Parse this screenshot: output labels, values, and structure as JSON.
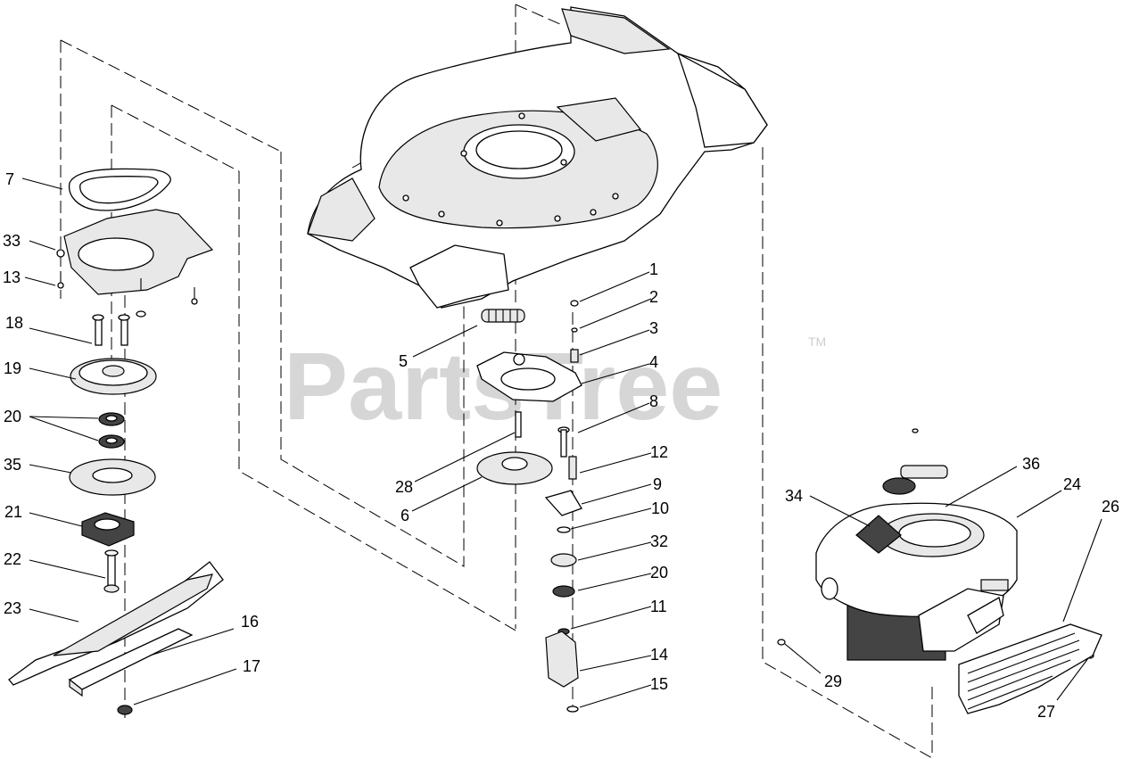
{
  "watermark": {
    "text": "PartsTree",
    "tm": "TM"
  },
  "callouts": [
    {
      "id": "1",
      "text": "1"
    },
    {
      "id": "2",
      "text": "2"
    },
    {
      "id": "3",
      "text": "3"
    },
    {
      "id": "4",
      "text": "4"
    },
    {
      "id": "5",
      "text": "5"
    },
    {
      "id": "6",
      "text": "6"
    },
    {
      "id": "7",
      "text": "7"
    },
    {
      "id": "8",
      "text": "8"
    },
    {
      "id": "9",
      "text": "9"
    },
    {
      "id": "10",
      "text": "10"
    },
    {
      "id": "11",
      "text": "11"
    },
    {
      "id": "12",
      "text": "12"
    },
    {
      "id": "13",
      "text": "13"
    },
    {
      "id": "14",
      "text": "14"
    },
    {
      "id": "15",
      "text": "15"
    },
    {
      "id": "16",
      "text": "16"
    },
    {
      "id": "17",
      "text": "17"
    },
    {
      "id": "18",
      "text": "18"
    },
    {
      "id": "19",
      "text": "19"
    },
    {
      "id": "20",
      "text": "20"
    },
    {
      "id": "20b",
      "text": "20"
    },
    {
      "id": "21",
      "text": "21"
    },
    {
      "id": "22",
      "text": "22"
    },
    {
      "id": "23",
      "text": "23"
    },
    {
      "id": "24",
      "text": "24"
    },
    {
      "id": "26",
      "text": "26"
    },
    {
      "id": "27",
      "text": "27"
    },
    {
      "id": "28",
      "text": "28"
    },
    {
      "id": "29",
      "text": "29"
    },
    {
      "id": "32",
      "text": "32"
    },
    {
      "id": "33",
      "text": "33"
    },
    {
      "id": "34",
      "text": "34"
    },
    {
      "id": "35",
      "text": "35"
    },
    {
      "id": "36",
      "text": "36"
    }
  ]
}
